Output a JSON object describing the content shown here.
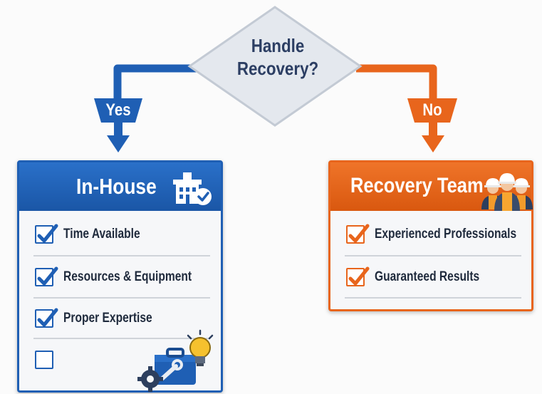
{
  "decision": {
    "line1": "Handle",
    "line2": "Recovery?"
  },
  "branches": {
    "yes": "Yes",
    "no": "No"
  },
  "in_house": {
    "title": "In-House",
    "items": [
      {
        "label": "Time Available",
        "checked": true
      },
      {
        "label": "Resources & Equipment",
        "checked": true
      },
      {
        "label": "Proper Expertise",
        "checked": true
      },
      {
        "label": "",
        "checked": false
      }
    ]
  },
  "recovery_team": {
    "title": "Recovery Team",
    "items": [
      {
        "label": "Experienced Professionals",
        "checked": true
      },
      {
        "label": "Guaranteed Results",
        "checked": true
      }
    ]
  },
  "colors": {
    "blue": "#1f5fb4",
    "orange": "#e8651c",
    "diamond": "#e4e8ee",
    "text_dark": "#2c3e63"
  }
}
